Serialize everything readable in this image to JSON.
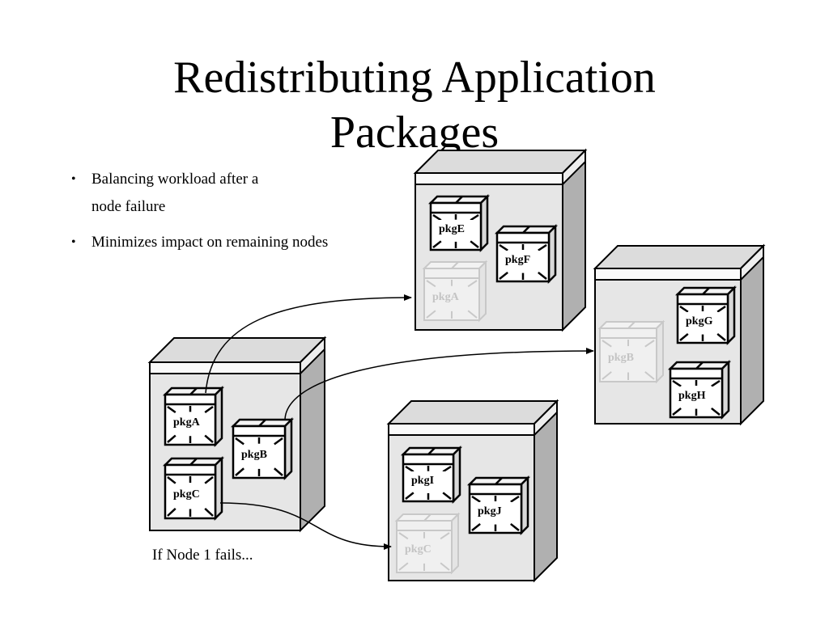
{
  "slide": {
    "title_line1": "Redistributing Application",
    "title_line2": "Packages",
    "bullets": [
      "Balancing workload after a node failure",
      "Minimizes impact on remaining nodes"
    ],
    "caption": "If Node 1 fails..."
  },
  "diagram": {
    "nodes": [
      {
        "id": "node1",
        "packages": [
          "pkgA",
          "pkgB",
          "pkgC"
        ]
      },
      {
        "id": "node2",
        "packages": [
          "pkgE",
          "pkgF"
        ],
        "adopted": [
          "pkgA"
        ]
      },
      {
        "id": "node3",
        "packages": [
          "pkgG",
          "pkgH"
        ],
        "adopted": [
          "pkgB"
        ]
      },
      {
        "id": "node4",
        "packages": [
          "pkgI",
          "pkgJ"
        ],
        "adopted": [
          "pkgC"
        ]
      }
    ],
    "colors": {
      "node_front": "#e6e6e6",
      "node_side": "#b0b0b0",
      "package_face": "#ffffff",
      "ghost_package": "#c8c8c8",
      "arrow": "#000000"
    }
  }
}
